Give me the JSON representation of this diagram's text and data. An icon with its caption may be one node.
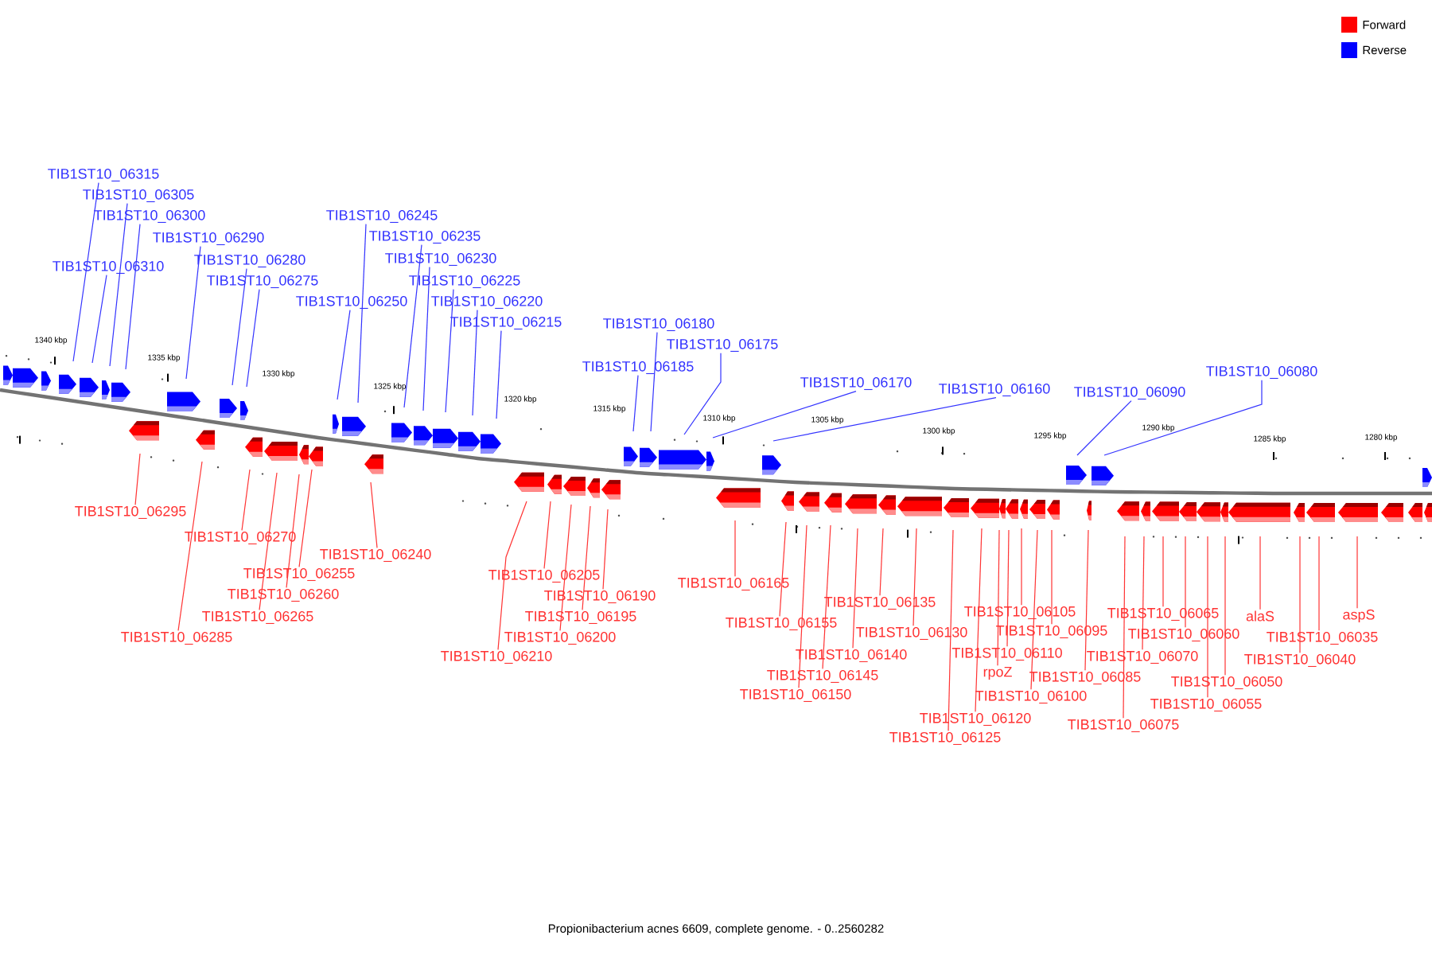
{
  "diagram": {
    "caption": "Propionibacterium acnes 6609, complete genome. - 0..2560282",
    "nodes": [
      {
        "text": [
          "TIB1ST10_06315"
        ]
      },
      {
        "text": [
          "TIB1ST10_06305"
        ]
      },
      {
        "text": [
          "TIB1ST10_06300"
        ]
      },
      {
        "text": [
          "TIB1ST10_06310"
        ]
      },
      {
        "text": [
          "TIB1ST10_06290"
        ]
      },
      {
        "text": [
          "TIB1ST10_06280"
        ]
      },
      {
        "text": [
          "TIB1ST10_06275"
        ]
      },
      {
        "text": [
          "TIB1ST10_06245"
        ]
      },
      {
        "text": [
          "TIB1ST10_06235"
        ]
      },
      {
        "text": [
          "TIB1ST10_06230"
        ]
      },
      {
        "text": [
          "TIB1ST10_06250"
        ]
      },
      {
        "text": [
          "TIB1ST10_06225"
        ]
      },
      {
        "text": [
          "TIB1ST10_06220"
        ]
      },
      {
        "text": [
          "TIB1ST10_06215"
        ]
      },
      {
        "text": [
          "TIB1ST10_06180"
        ]
      },
      {
        "text": [
          "TIB1ST10_06175"
        ]
      },
      {
        "text": [
          "TIB1ST10_06185"
        ]
      },
      {
        "text": [
          "TIB1ST10_06170"
        ]
      },
      {
        "text": [
          "TIB1ST10_06160"
        ]
      },
      {
        "text": [
          "TIB1ST10_06090"
        ]
      },
      {
        "text": [
          "TIB1ST10_06080"
        ]
      },
      {
        "text": [
          "TIB1ST10_06295"
        ]
      },
      {
        "text": [
          "TIB1ST10_06270"
        ]
      },
      {
        "text": [
          "TIB1ST10_06240"
        ]
      },
      {
        "text": [
          "TIB1ST10_06255"
        ]
      },
      {
        "text": [
          "TIB1ST10_06260"
        ]
      },
      {
        "text": [
          "TIB1ST10_06265"
        ]
      },
      {
        "text": [
          "TIB1ST10_06285"
        ]
      },
      {
        "text": [
          "TIB1ST10_06205"
        ]
      },
      {
        "text": [
          "TIB1ST10_06190"
        ]
      },
      {
        "text": [
          "TIB1ST10_06195"
        ]
      },
      {
        "text": [
          "TIB1ST10_06200"
        ]
      },
      {
        "text": [
          "TIB1ST10_06210"
        ]
      },
      {
        "text": [
          "TIB1ST10_06165"
        ]
      },
      {
        "text": [
          "TIB1ST10_06155"
        ]
      },
      {
        "text": [
          "TIB1ST10_06150"
        ]
      },
      {
        "text": [
          "TIB1ST10_06145"
        ]
      },
      {
        "text": [
          "TIB1ST10_06140"
        ]
      },
      {
        "text": [
          "TIB1ST10_06135"
        ]
      },
      {
        "text": [
          "TIB1ST10_06130"
        ]
      },
      {
        "text": [
          "TIB1ST10_06125"
        ]
      },
      {
        "text": [
          "TIB1ST10_06120"
        ]
      },
      {
        "text": [
          "rpoZ"
        ]
      },
      {
        "text": [
          "TIB1ST10_06110"
        ]
      },
      {
        "text": [
          "TIB1ST10_06105"
        ]
      },
      {
        "text": [
          "TIB1ST10_06100"
        ]
      },
      {
        "text": [
          "TIB1ST10_06095"
        ]
      },
      {
        "text": [
          "TIB1ST10_06085"
        ]
      },
      {
        "text": [
          "TIB1ST10_06075"
        ]
      },
      {
        "text": [
          "TIB1ST10_06070"
        ]
      },
      {
        "text": [
          "TIB1ST10_06065"
        ]
      },
      {
        "text": [
          "TIB1ST10_06060"
        ]
      },
      {
        "text": [
          "TIB1ST10_06055"
        ]
      },
      {
        "text": [
          "TIB1ST10_06050"
        ]
      },
      {
        "text": [
          "alaS"
        ]
      },
      {
        "text": [
          "TIB1ST10_06040"
        ]
      },
      {
        "text": [
          "TIB1ST10_06035"
        ]
      },
      {
        "text": [
          "aspS"
        ]
      }
    ],
    "edges": [
      {
        "from": 0,
        "to": null,
        "arrow": "none",
        "color": "#3333ff"
      },
      {
        "from": 1,
        "to": null,
        "arrow": "none",
        "color": "#3333ff"
      },
      {
        "from": 2,
        "to": null,
        "arrow": "none",
        "color": "#3333ff"
      },
      {
        "from": 3,
        "to": null,
        "arrow": "none",
        "color": "#3333ff"
      },
      {
        "from": 4,
        "to": null,
        "arrow": "none",
        "color": "#3333ff"
      },
      {
        "from": 5,
        "to": null,
        "arrow": "none",
        "color": "#3333ff"
      },
      {
        "from": 6,
        "to": null,
        "arrow": "none",
        "color": "#3333ff"
      },
      {
        "from": 7,
        "to": null,
        "arrow": "none",
        "color": "#3333ff"
      },
      {
        "from": 8,
        "to": null,
        "arrow": "none",
        "color": "#3333ff"
      },
      {
        "from": 9,
        "to": null,
        "arrow": "none",
        "color": "#3333ff"
      },
      {
        "from": 10,
        "to": null,
        "arrow": "none",
        "color": "#3333ff"
      },
      {
        "from": 11,
        "to": null,
        "arrow": "none",
        "color": "#3333ff"
      },
      {
        "from": 12,
        "to": null,
        "arrow": "none",
        "color": "#3333ff"
      },
      {
        "from": 13,
        "to": null,
        "arrow": "none",
        "color": "#3333ff"
      },
      {
        "from": 14,
        "to": null,
        "arrow": "none",
        "color": "#3333ff"
      },
      {
        "from": 15,
        "to": null,
        "arrow": "none",
        "color": "#3333ff"
      },
      {
        "from": 16,
        "to": null,
        "arrow": "none",
        "color": "#3333ff"
      },
      {
        "from": 17,
        "to": null,
        "arrow": "none",
        "color": "#3333ff"
      },
      {
        "from": 18,
        "to": null,
        "arrow": "none",
        "color": "#3333ff"
      },
      {
        "from": 19,
        "to": null,
        "arrow": "none",
        "color": "#3333ff"
      },
      {
        "from": 20,
        "to": null,
        "arrow": "none",
        "color": "#3333ff"
      },
      {
        "from": 21,
        "to": null,
        "arrow": "none"
      },
      {
        "from": 22,
        "to": null,
        "arrow": "none"
      },
      {
        "from": 23,
        "to": null,
        "arrow": "none"
      },
      {
        "from": 24,
        "to": null,
        "arrow": "none"
      },
      {
        "from": 25,
        "to": null,
        "arrow": "none"
      },
      {
        "from": 26,
        "to": null,
        "arrow": "none"
      },
      {
        "from": 27,
        "to": null,
        "arrow": "none"
      },
      {
        "from": 28,
        "to": null,
        "arrow": "none"
      },
      {
        "from": 29,
        "to": null,
        "arrow": "none"
      },
      {
        "from": 30,
        "to": null,
        "arrow": "none"
      },
      {
        "from": 31,
        "to": null,
        "arrow": "none"
      },
      {
        "from": 32,
        "to": null,
        "arrow": "none"
      },
      {
        "from": 33,
        "to": null,
        "arrow": "none"
      },
      {
        "from": 34,
        "to": null,
        "arrow": "none"
      },
      {
        "from": 35,
        "to": null,
        "arrow": "none"
      },
      {
        "from": 36,
        "to": null,
        "arrow": "none"
      },
      {
        "from": 37,
        "to": null,
        "arrow": "none"
      },
      {
        "from": 38,
        "to": null,
        "arrow": "none"
      },
      {
        "from": 39,
        "to": null,
        "arrow": "none"
      },
      {
        "from": 40,
        "to": null,
        "arrow": "none"
      },
      {
        "from": 41,
        "to": null,
        "arrow": "none"
      },
      {
        "from": 42,
        "to": null,
        "arrow": "none"
      },
      {
        "from": 43,
        "to": null,
        "arrow": "none"
      },
      {
        "from": 44,
        "to": null,
        "arrow": "none"
      },
      {
        "from": 45,
        "to": null,
        "arrow": "none"
      },
      {
        "from": 46,
        "to": null,
        "arrow": "none"
      },
      {
        "from": 47,
        "to": null,
        "arrow": "none"
      },
      {
        "from": 48,
        "to": null,
        "arrow": "none"
      },
      {
        "from": 49,
        "to": null,
        "arrow": "none"
      },
      {
        "from": 50,
        "to": null,
        "arrow": "none"
      },
      {
        "from": 51,
        "to": null,
        "arrow": "none"
      },
      {
        "from": 52,
        "to": null,
        "arrow": "none"
      },
      {
        "from": 53,
        "to": null,
        "arrow": "none"
      },
      {
        "from": 54,
        "to": null,
        "arrow": "none"
      },
      {
        "from": 55,
        "to": null,
        "arrow": "none"
      },
      {
        "from": 56,
        "to": null,
        "arrow": "none"
      },
      {
        "from": 57,
        "to": null,
        "arrow": "none"
      }
    ],
    "labels": [
      "1340 kbp",
      "1335 kbp",
      "1330 kbp",
      "1325 kbp",
      "1320 kbp",
      "1315 kbp",
      "1310 kbp",
      "1305 kbp",
      "1300 kbp",
      "1295 kbp",
      "1290 kbp",
      "1285 kbp",
      "1280 kbp"
    ],
    "legend": [
      {
        "text": "Forward",
        "color": "#ff0000"
      },
      {
        "text": "Reverse",
        "color": "#0000ff"
      }
    ]
  }
}
